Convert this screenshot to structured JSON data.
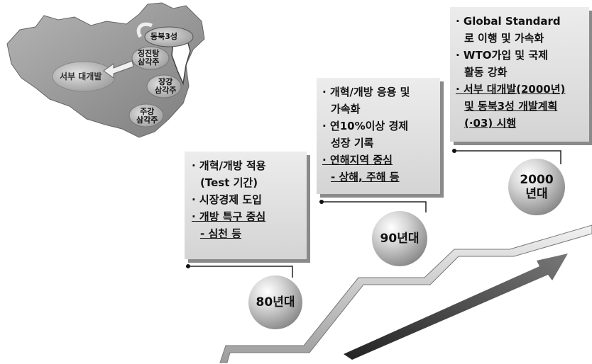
{
  "map": {
    "northeast": "동북3성",
    "jingjintang_1": "징진탕",
    "jingjintang_2": "삼각주",
    "west": "서부 대개발",
    "changjiang_1": "장강",
    "changjiang_2": "삼각주",
    "zhujiang_1": "주강",
    "zhujiang_2": "삼각주"
  },
  "eras": [
    {
      "label": "80년대",
      "lines": [
        "· 개혁/개방 적용",
        "  (Test 기간)",
        "· 시장경제 도입",
        "· 개방 특구 중심",
        "  - 심천 등"
      ]
    },
    {
      "label": "90년대",
      "lines": [
        "· 개혁/개방 응용 및",
        "  가속화",
        "· 연10%이상 경제",
        "  성장 기록",
        "· 연해지역 중심",
        "  - 상해, 주해 등"
      ]
    },
    {
      "label_1": "2000",
      "label_2": "년대",
      "lines": [
        "· Global Standard",
        "  로 이행 및 가속화",
        "· WTO가입 및 국제",
        "  활동 강화",
        "· 서부 대개발(2000년)",
        "  및 동북3성 개발계획",
        "  (·03) 시행"
      ]
    }
  ],
  "colors": {
    "box": "#dcdcdc",
    "shadow": "#8a8a8a",
    "arrow": "#444444"
  }
}
